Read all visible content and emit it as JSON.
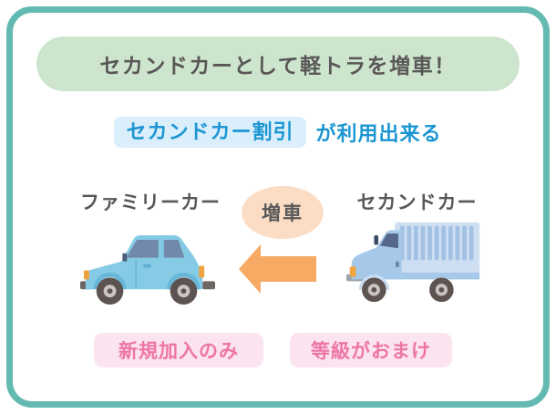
{
  "header": {
    "title": "セカンドカーとして軽トラを増車！"
  },
  "subtitle": {
    "highlight": "セカンドカー割引",
    "text": "が利用出来る"
  },
  "diagram": {
    "family_label": "ファミリーカー",
    "second_label": "セカンドカー",
    "action_badge": "増車",
    "icons": {
      "left_vehicle": "family-car-illustration",
      "right_vehicle": "kei-truck-illustration",
      "arrow": "increase-arrow-icon"
    }
  },
  "footer": {
    "left_note": "新規加入のみ",
    "right_note": "等級がおまけ"
  },
  "colors": {
    "frame_teal": "#63BAB0",
    "title_bg": "#CEE5CD",
    "text_dark": "#595757",
    "accent_blue": "#1C96D3",
    "blue_badge_bg": "#DAEEFB",
    "peach_ellipse": "#FBDDC6",
    "arrow_orange": "#F6AA64",
    "pink_text": "#ED76A6",
    "pink_badge_bg": "#FBE3EF",
    "car_body_blue": "#85CBE5",
    "truck_body_blue": "#A6C9E9"
  }
}
